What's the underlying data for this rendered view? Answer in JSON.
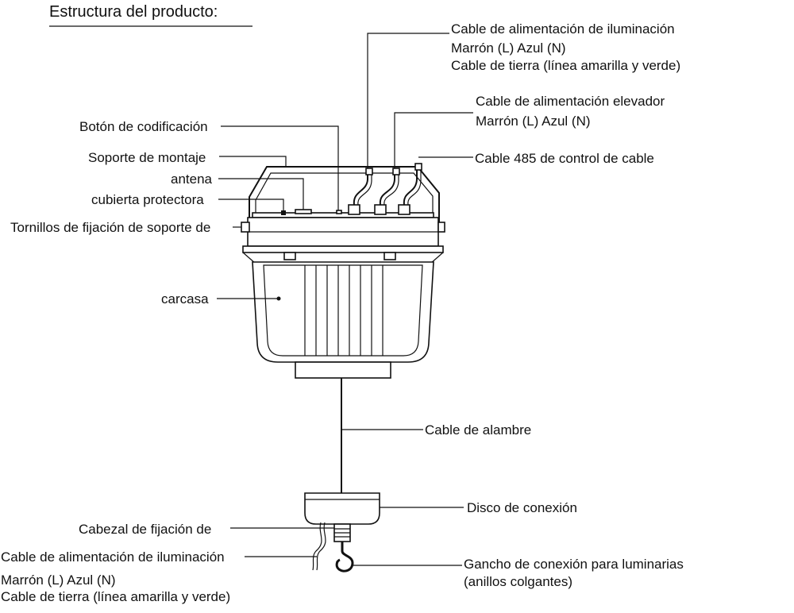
{
  "title": "Estructura del producto:",
  "labels": {
    "lighting_cable_top": "Cable de alimentación de iluminación",
    "brown_blue_top": "Marrón (L)   Azul (N)",
    "ground_top": "Cable de tierra (línea amarilla y verde)",
    "lifter_cable": "Cable de alimentación elevador",
    "brown_blue_lifter": "Marrón (L)   Azul (N)",
    "cable_485": "Cable 485 de control de cable",
    "coding_button": "Botón de codificación",
    "mount_bracket": "Soporte de montaje",
    "antenna": "antena",
    "protective_cover": "cubierta protectora",
    "bracket_screws": "Tornillos de fijación de soporte de",
    "housing": "carcasa",
    "wire_rope": "Cable de alambre",
    "connection_disc": "Disco de conexión",
    "fixing_head": "Cabezal de fijación de",
    "lighting_cable_bottom": "Cable de alimentación de iluminación",
    "brown_blue_bottom": "Marrón (L)   Azul (N)",
    "ground_bottom": "Cable de tierra (línea amarilla y verde)",
    "hook": "Gancho de conexión para luminarias",
    "hook_note": "(anillos colgantes)"
  }
}
